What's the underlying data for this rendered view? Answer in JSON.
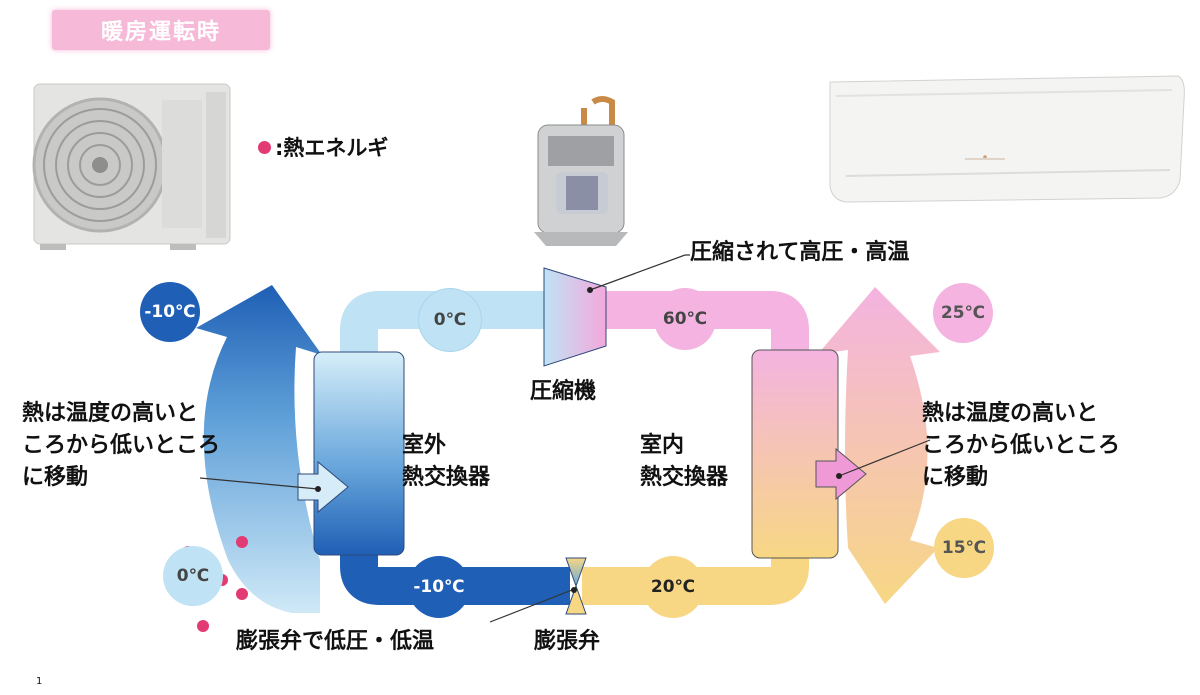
{
  "title": "暖房運転時",
  "legend": {
    "label": ":熱エネルギ"
  },
  "labels": {
    "compressed": "圧縮されて高圧・高温",
    "compressor": "圧縮機",
    "outdoor_hx_1": "室外",
    "outdoor_hx_2": "熱交換器",
    "indoor_hx_1": "室内",
    "indoor_hx_2": "熱交換器",
    "heat_flow_left": [
      "熱は温度の高いと",
      "ころから低いところ",
      "に移動"
    ],
    "heat_flow_right": [
      "熱は温度の高いと",
      "ころから低いところ",
      "に移動"
    ],
    "expansion_desc": "膨張弁で低圧・低温",
    "expansion_valve": "膨張弁"
  },
  "temps": {
    "outdoor_air_out": "-10℃",
    "outdoor_air_in": "0℃",
    "pipe_top_left": "0℃",
    "pipe_top_right": "60℃",
    "pipe_bottom_left": "-10℃",
    "pipe_bottom_right": "20℃",
    "indoor_air_out": "25℃",
    "indoor_air_in": "15℃"
  },
  "colors": {
    "cold_dark": "#1f5fb5",
    "cold_light": "#bfe3f5",
    "hot_pink": "#f4b3e0",
    "warm_yellow": "#f7d784",
    "heat_dot": "#e23b73"
  },
  "page_number": "1"
}
